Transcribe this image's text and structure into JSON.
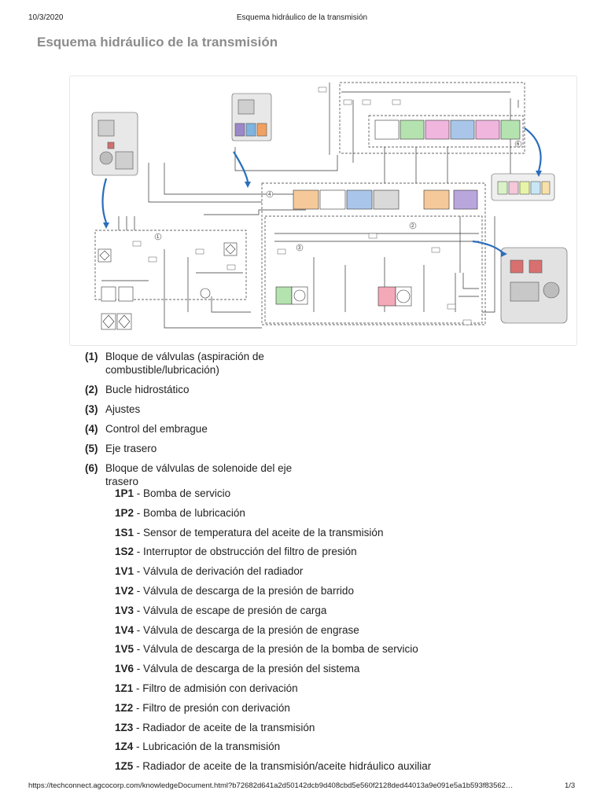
{
  "header": {
    "date": "10/3/2020",
    "title": "Esquema hidráulico de la transmisión"
  },
  "document": {
    "title": "Esquema hidráulico de la transmisión"
  },
  "figure": {
    "zone_labels": [
      "1",
      "2",
      "3",
      "4",
      "6"
    ]
  },
  "legend": [
    {
      "num": "(1)",
      "text": "Bloque de válvulas (aspiración de combustible/lubricación)"
    },
    {
      "num": "(2)",
      "text": "Bucle hidrostático"
    },
    {
      "num": "(3)",
      "text": "Ajustes"
    },
    {
      "num": "(4)",
      "text": "Control del embrague"
    },
    {
      "num": "(5)",
      "text": "Eje trasero"
    },
    {
      "num": "(6)",
      "text": "Bloque de válvulas de solenoide del eje trasero"
    }
  ],
  "components": [
    {
      "code": "1P1",
      "text": " - Bomba de servicio"
    },
    {
      "code": "1P2",
      "text": " - Bomba de lubricación"
    },
    {
      "code": "1S1",
      "text": " - Sensor de temperatura del aceite de la transmisión"
    },
    {
      "code": "1S2",
      "text": " - Interruptor de obstrucción del filtro de presión"
    },
    {
      "code": "1V1",
      "text": " - Válvula de derivación del radiador"
    },
    {
      "code": "1V2",
      "text": " - Válvula de descarga de la presión de barrido"
    },
    {
      "code": "1V3",
      "text": " - Válvula de escape de presión de carga"
    },
    {
      "code": "1V4",
      "text": " - Válvula de descarga de la presión de engrase"
    },
    {
      "code": "1V5",
      "text": " - Válvula de descarga de la presión de la bomba de servicio"
    },
    {
      "code": "1V6",
      "text": " - Válvula de descarga de la presión del sistema"
    },
    {
      "code": "1Z1",
      "text": " - Filtro de admisión con derivación"
    },
    {
      "code": "1Z2",
      "text": " - Filtro de presión con derivación"
    },
    {
      "code": "1Z3",
      "text": " - Radiador de aceite de la transmisión"
    },
    {
      "code": "1Z4",
      "text": " - Lubricación de la transmisión"
    },
    {
      "code": "1Z5",
      "text": " - Radiador de aceite de la transmisión/aceite hidráulico auxiliar"
    }
  ],
  "footer": {
    "url": "https://techconnect.agcocorp.com/knowledgeDocument.html?b72682d641a2d50142dcb9d408cbd5e560f2128ded44013a9e091e5a1b593f83562…",
    "page": "1/3"
  },
  "colors": {
    "line": "#333333",
    "arrow": "#2a6ebb",
    "valve_orange": "#f6c99a",
    "valve_blue": "#a9c6ea",
    "valve_green": "#b5e3b0",
    "valve_pink": "#f0b6de",
    "valve_purple": "#b9a6dc",
    "valve_red": "#f4a9b8",
    "valve_gray": "#d9d9d9"
  }
}
